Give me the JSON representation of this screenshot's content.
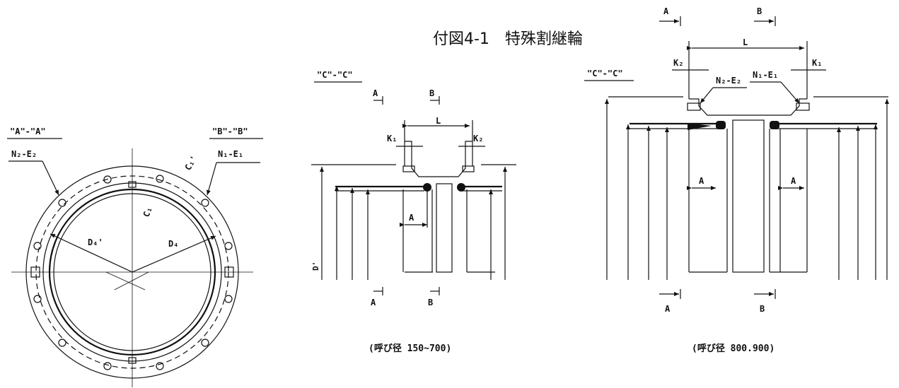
{
  "title": "付図4-1　特殊割継輪",
  "left_view": {
    "section_a": "\"A\"-\"A\"",
    "section_b": "\"B\"-\"B\"",
    "label_n2e2": "N₂-E₂",
    "label_n1e1": "N₁-E₁",
    "label_d4": "D₄'",
    "label_d4b": "D₄",
    "label_c1": "C₁'",
    "label_c1b": "C₁"
  },
  "middle_view": {
    "section_c": "\"C\"-\"C\"",
    "mark_a": "A",
    "mark_b": "B",
    "dim_l": "L",
    "dim_k1": "K₁",
    "dim_k2": "K₂",
    "dim_a": "A",
    "dim_d": "D'",
    "caption": "(呼び径 150~700)"
  },
  "right_view": {
    "section_c": "\"C\"-\"C\"",
    "mark_a": "A",
    "mark_b": "B",
    "dim_l": "L",
    "dim_k2": "K₂",
    "dim_k1": "K₁",
    "label_n2e2": "N₂-E₂",
    "label_n1e1": "N₁-E₁",
    "dim_a_left": "A",
    "dim_a_right": "A",
    "caption": "(呼び径 800.900)"
  }
}
